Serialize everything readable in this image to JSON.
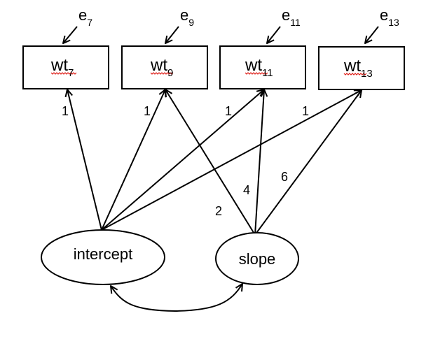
{
  "diagram": {
    "observed": [
      {
        "base": "wt",
        "sub": "7",
        "error_base": "e",
        "error_sub": "7"
      },
      {
        "base": "wt",
        "sub": "9",
        "error_base": "e",
        "error_sub": "9"
      },
      {
        "base": "wt",
        "sub": "11",
        "error_base": "e",
        "error_sub": "11"
      },
      {
        "base": "wt",
        "sub": "13",
        "error_base": "e",
        "error_sub": "13"
      }
    ],
    "latent": [
      {
        "label": "intercept"
      },
      {
        "label": "slope"
      }
    ],
    "intercept_loadings": [
      "1",
      "1",
      "1",
      "1"
    ],
    "slope_loadings": [
      "2",
      "4",
      "6"
    ],
    "colors": {
      "stroke": "#000000",
      "spellcheck_squiggle": "#e0201a"
    }
  }
}
